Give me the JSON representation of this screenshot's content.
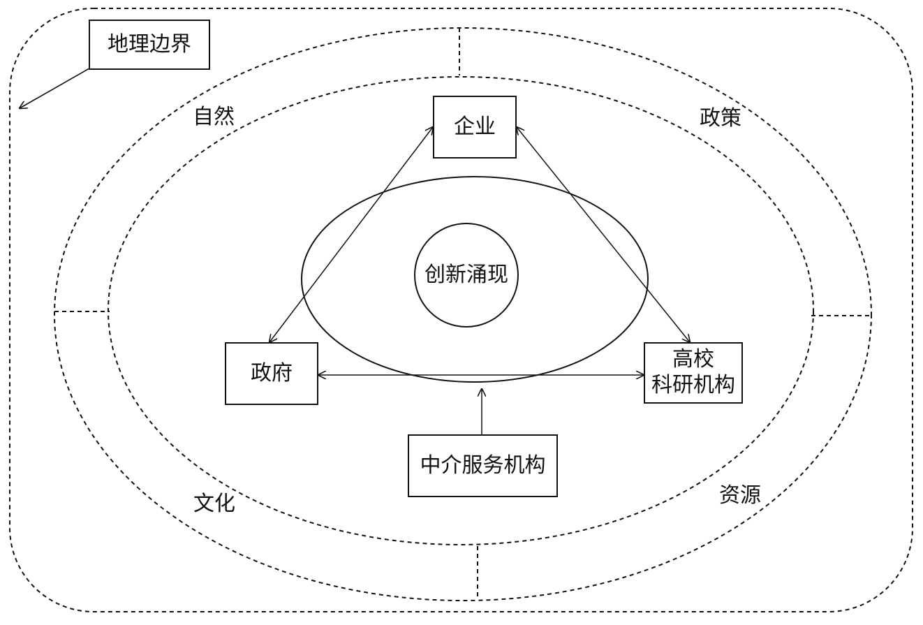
{
  "boundary_label": "地理边界",
  "ring_labels": {
    "top_left": "自然",
    "top_right": "政策",
    "bottom_left": "文化",
    "bottom_right": "资源"
  },
  "center_label": "创新涌现",
  "actors": {
    "enterprise": "企业",
    "government": "政府",
    "university_line1": "高校",
    "university_line2": "科研机构",
    "intermediary": "中介服务机构"
  },
  "colors": {
    "line": "#111111",
    "background": "#ffffff"
  }
}
